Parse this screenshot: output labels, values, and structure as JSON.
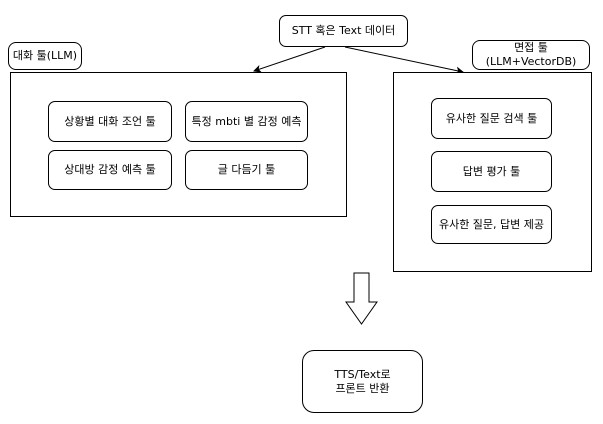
{
  "diagram": {
    "source": {
      "label": "STT 혹은 Text 데이터"
    },
    "chat_panel": {
      "title": "대화 툴(LLM)",
      "tools": [
        "상황별 대화 조언 툴",
        "특정 mbti 별 감정 예측",
        "상대방 감정 예측 툴",
        "글 다듬기 툴"
      ]
    },
    "interview_panel": {
      "title_line1": "면접 툴",
      "title_line2": "(LLM+VectorDB)",
      "tools": [
        "유사한 질문 검색 툴",
        "답변 평가 툴",
        "유사한 질문, 답변 제공"
      ]
    },
    "output": {
      "line1": "TTS/Text로",
      "line2": "프론트 반환"
    },
    "colors": {
      "stroke": "#000000",
      "fill": "#ffffff"
    }
  }
}
